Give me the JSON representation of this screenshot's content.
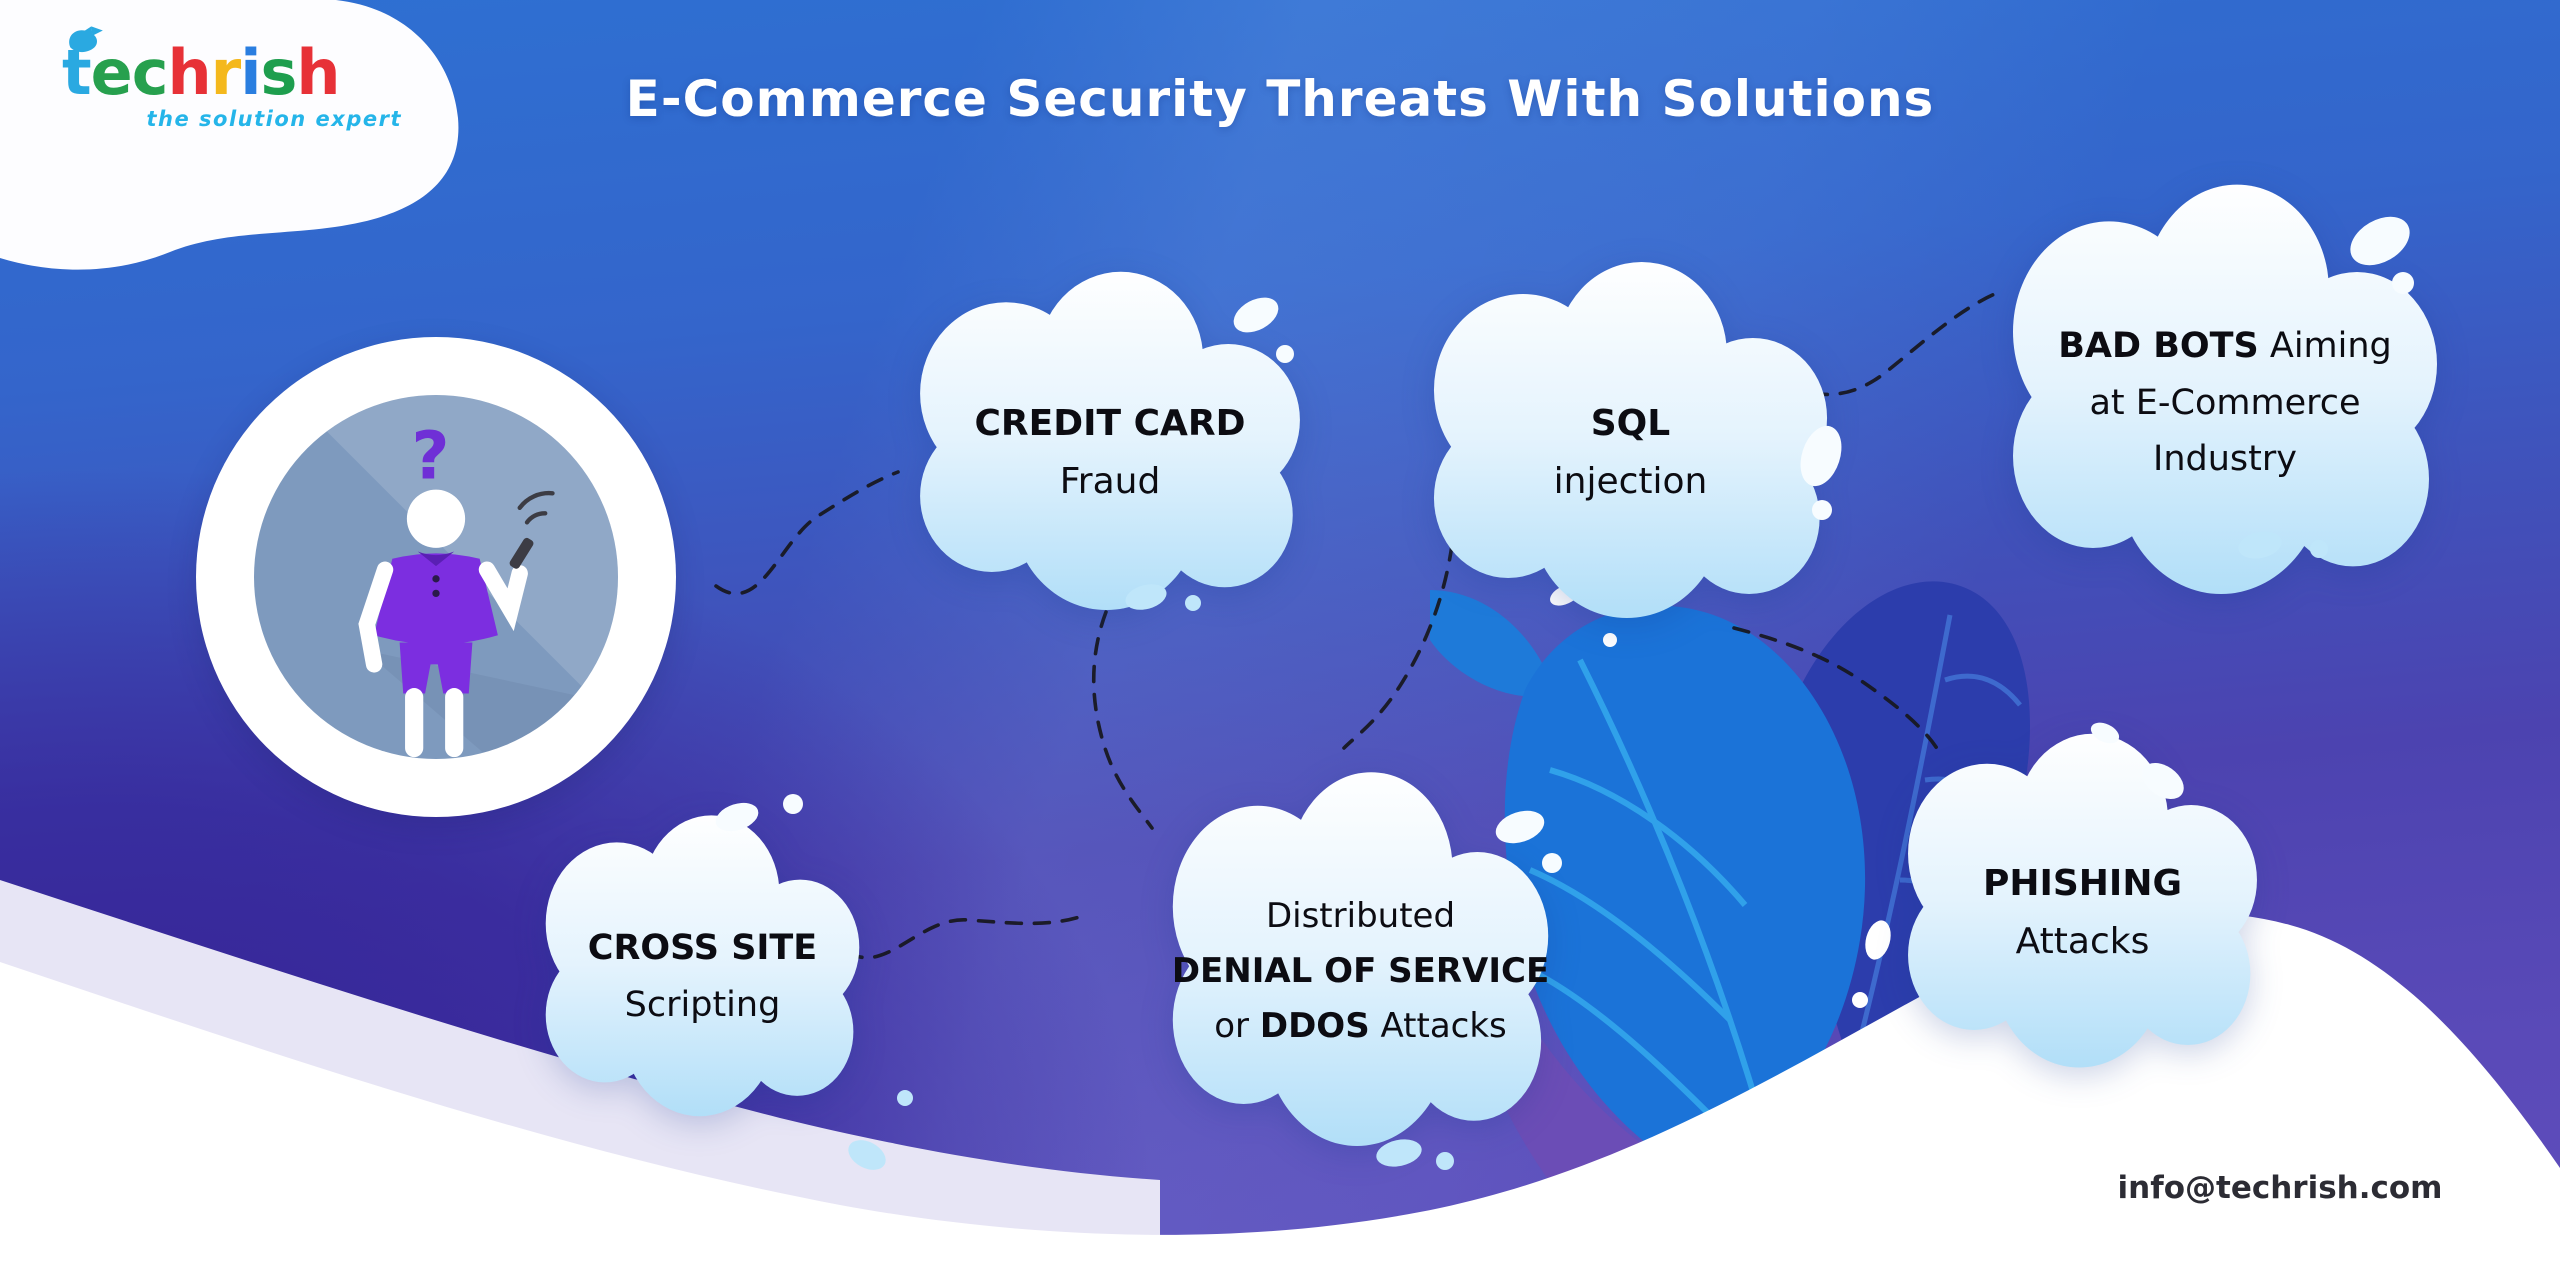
{
  "header": {
    "title": "E-Commerce Security Threats With Solutions"
  },
  "brand": {
    "logo_letters": [
      {
        "ch": "t",
        "color": "#2aa9e1"
      },
      {
        "ch": "e",
        "color": "#27a04e"
      },
      {
        "ch": "c",
        "color": "#27a04e"
      },
      {
        "ch": "h",
        "color": "#e73137"
      },
      {
        "ch": "r",
        "color": "#f4b81d"
      },
      {
        "ch": "i",
        "color": "#2a7ee0"
      },
      {
        "ch": "s",
        "color": "#1e9e4e"
      },
      {
        "ch": "h",
        "color": "#e73137"
      }
    ],
    "tagline": "the solution expert",
    "tagline_color": "#25b5e9"
  },
  "badge": {
    "question_mark": "?"
  },
  "threats": [
    {
      "id": "credit-card-fraud",
      "lines": [
        [
          {
            "t": "CREDIT CARD",
            "b": true
          }
        ],
        [
          {
            "t": "Fraud",
            "b": false
          }
        ]
      ]
    },
    {
      "id": "sql-injection",
      "lines": [
        [
          {
            "t": "SQL",
            "b": true
          }
        ],
        [
          {
            "t": "injection",
            "b": false
          }
        ]
      ]
    },
    {
      "id": "bad-bots",
      "lines": [
        [
          {
            "t": "BAD BOTS",
            "b": true
          },
          {
            "t": " Aiming",
            "b": false
          }
        ],
        [
          {
            "t": "at E-Commerce",
            "b": false
          }
        ],
        [
          {
            "t": "Industry",
            "b": false
          }
        ]
      ]
    },
    {
      "id": "cross-site-scripting",
      "lines": [
        [
          {
            "t": "CROSS SITE",
            "b": true
          }
        ],
        [
          {
            "t": "Scripting",
            "b": false
          }
        ]
      ]
    },
    {
      "id": "ddos",
      "lines": [
        [
          {
            "t": "Distributed",
            "b": false
          }
        ],
        [
          {
            "t": "DENIAL OF SERVICE",
            "b": true
          }
        ],
        [
          {
            "t": "or ",
            "b": false
          },
          {
            "t": "DDOS",
            "b": true
          },
          {
            "t": " Attacks",
            "b": false
          }
        ]
      ]
    },
    {
      "id": "phishing",
      "lines": [
        [
          {
            "t": "PHISHING",
            "b": true
          }
        ],
        [
          {
            "t": "Attacks",
            "b": false
          }
        ]
      ]
    }
  ],
  "footer": {
    "email": "info@techrish.com"
  },
  "colors": {
    "background_blue_top": "#2e70d2",
    "background_purple": "#5a4ab8",
    "background_indigo_corner": "#3b2f9e",
    "cloud_gradient_top": "#ffffff",
    "cloud_gradient_bottom": "#a6daf7",
    "connector_dash": "#17171c",
    "person_shirt_purple": "#7c2ee0",
    "badge_inner_blue": "#7e9abe",
    "leaf_front_blue": "#1b73d8",
    "leaf_back_indigo": "#2c3dac",
    "wave_lavender": "#e7e5f5",
    "wave_white": "#ffffff"
  }
}
